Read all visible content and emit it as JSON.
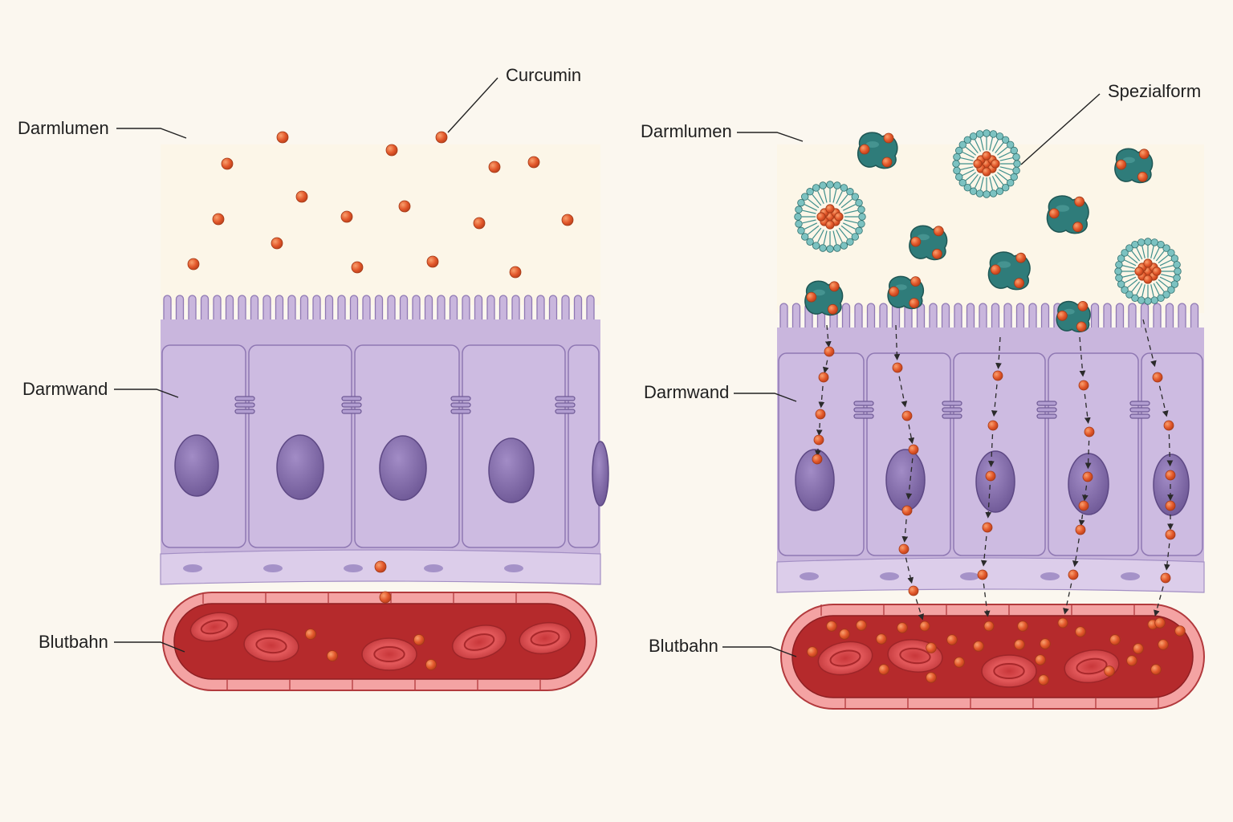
{
  "left_panel": {
    "label_lumen": "Darmlumen",
    "label_wall": "Darmwand",
    "label_blood": "Blutbahn",
    "label_molecule": "Curcumin"
  },
  "right_panel": {
    "label_lumen": "Darmlumen",
    "label_wall": "Darmwand",
    "label_blood": "Blutbahn",
    "label_molecule": "Spezialform"
  },
  "colors": {
    "background": "#fbf7ef",
    "cell": "#c9b6dd",
    "nucleus": "#8a73b0",
    "vessel_wall": "#e8767a",
    "blood": "#b52a2c",
    "curcumin": "#e2572a",
    "carrier": "#2f7c7a"
  }
}
